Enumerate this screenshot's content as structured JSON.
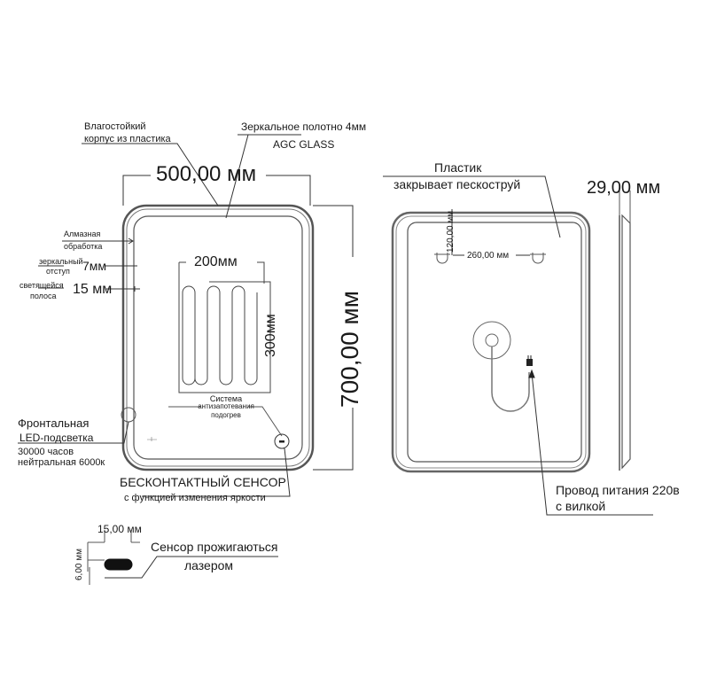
{
  "front_view": {
    "callouts": {
      "housing_line1": "Влагостойкий",
      "housing_line2": "корпус из пластика",
      "mirror_line1": "Зеркальное  полотно 4мм",
      "mirror_line2": "AGC GLASS",
      "diamond_line1": "Алмазная",
      "diamond_line2": "обработка",
      "mirror_offset_line1": "зеркальный",
      "mirror_offset_line2": "отступ",
      "mirror_offset_value": "7мм",
      "light_strip_line1": "светящейся",
      "light_strip_line2": "полоса",
      "light_strip_value": "15 мм",
      "frontal_line1": "Фронтальная",
      "frontal_line2": "LED-подсветка",
      "frontal_line3": "30000 часов",
      "frontal_line4": "нейтральная 6000к",
      "sensor_line1": "БЕСКОНТАКТНЫЙ СЕНСОР",
      "sensor_line2": "с функцией изменения яркости",
      "antifog_line1": "Система",
      "antifog_line2": "антизапотевания",
      "antifog_line3": "подогрев"
    },
    "dimensions": {
      "width": "500,00 мм",
      "height": "700,00 мм",
      "heater_width": "200мм",
      "heater_height": "300мм"
    }
  },
  "sensor_detail": {
    "width": "15,00 мм",
    "height": "6,00 мм",
    "note_line1": "Сенсор прожигаються",
    "note_line2": "лазером"
  },
  "back_view": {
    "callouts": {
      "plastic_line1": "Пластик",
      "plastic_line2": "закрывает пескоструй",
      "cable_line1": "Провод питания 220в",
      "cable_line2": "с вилкой"
    },
    "dimensions": {
      "hook_offset": "120,00 мм",
      "hook_spacing": "260,00 мм"
    }
  },
  "side_view": {
    "dimensions": {
      "depth": "29,00 мм"
    }
  },
  "colors": {
    "line": "#333333",
    "frame": "#555555",
    "text": "#1a1a1a"
  }
}
